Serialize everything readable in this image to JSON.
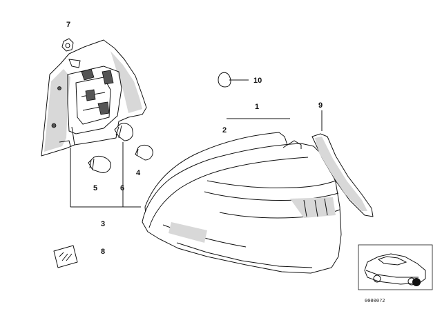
{
  "labels": {
    "l1": "1",
    "l2": "2",
    "l3": "3",
    "l4": "4",
    "l5": "5",
    "l6": "6",
    "l7": "7",
    "l8": "8",
    "l9": "9",
    "l10": "10"
  },
  "catalog_number": "00000?2"
}
